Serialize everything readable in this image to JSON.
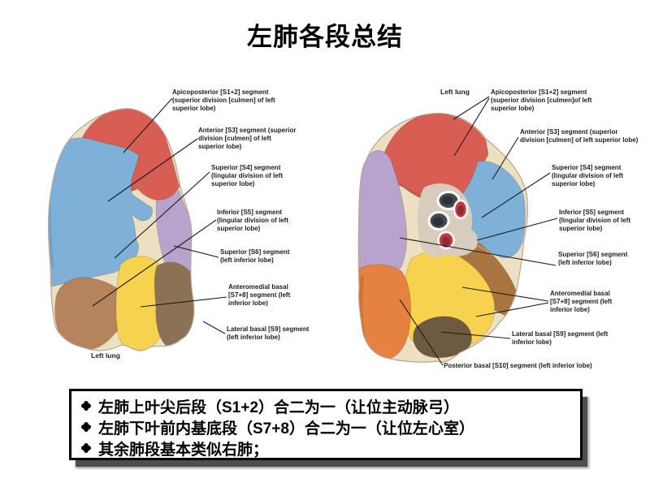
{
  "title": "左肺各段总结",
  "colors": {
    "s1_2": "#d85e53",
    "s1_2_shade": "#b84a42",
    "s3": "#7fb0d8",
    "s3_shade": "#5d8fb8",
    "s4_cream": "#ece0c3",
    "s5_tan": "#b5835c",
    "s5_flap": "#aa7440",
    "s5_flap_light": "#cf9c63",
    "s6_lavender": "#b7a3cb",
    "s7_8_yellow": "#f6d24e",
    "s9_brown": "#8c7254",
    "s9_dark": "#6e5a41",
    "s10_orange": "#e6823f",
    "s10_shade": "#c05f24",
    "hilum_bg": "#d8cdbd",
    "bronchus": "#454a53",
    "bronchus_inner": "#2e3238",
    "vessel": "#c23b42",
    "vessel_inner": "#8e2b30",
    "outline": "#b9a595"
  },
  "view1": {
    "caption": "Left lung",
    "labels": [
      {
        "text": "Apicoposterior [S1+2] segment (superior division [culmen] of left superior lobe)"
      },
      {
        "text": "Anterior [S3] segment (superior division [culmen] of left superior lobe)"
      },
      {
        "text": "Superior [S4] segment (lingular division of left superior lobe)"
      },
      {
        "text": "Inferior [S5] segment (lingular division of left superior lobe)"
      },
      {
        "text": "Superior [S6] segment (left inferior lobe)"
      },
      {
        "text": "Anteromedial basal [S7+8] segment (left inferior lobe)"
      },
      {
        "text": "Lateral basal [S9] segment (left inferior lobe)"
      }
    ]
  },
  "view2": {
    "caption": "Left lung",
    "labels": [
      {
        "text": "Apicoposterior [S1+2] segment (superior division [culmen]of left superior lobe)"
      },
      {
        "text": "Anterior [S3] segment (superior division [culmen] of left superior lobe)"
      },
      {
        "text": "Superior [S4] segment (lingular division of left superior lobe)"
      },
      {
        "text": "Inferior [S5] segment (lingular division of left superior lobe)"
      },
      {
        "text": "Superior [S6] segment (left inferior lobe)"
      },
      {
        "text": "Anteromedial basal [S7+8] segment (left inferior lobe)"
      },
      {
        "text": "Lateral basal [S9] segment (left inferior lobe)"
      },
      {
        "text": "Posterior basal [S10] segment (left inferior lobe)"
      }
    ]
  },
  "notes": {
    "items": [
      "左肺上叶尖后段（S1+2）合二为一（让位主动脉弓）",
      "左肺下叶前内基底段（S7+8）合二为一（让位左心室）",
      "其余肺段基本类似右肺；"
    ]
  }
}
